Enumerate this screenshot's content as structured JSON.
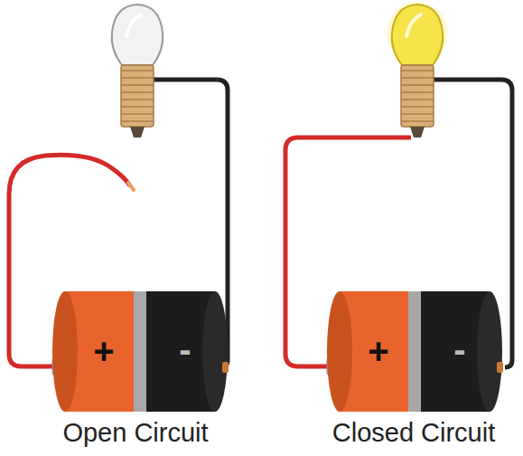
{
  "diagram": {
    "labels": [
      "+",
      "-",
      "+",
      "-",
      "Open Circuit",
      "Closed Circuit"
    ]
  }
}
